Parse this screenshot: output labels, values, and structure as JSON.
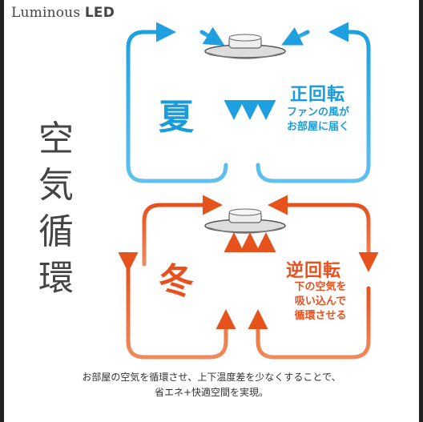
{
  "brand": {
    "name": "Luminous",
    "suffix": "LED"
  },
  "title_chars": [
    "空",
    "気",
    "循",
    "環"
  ],
  "summer": {
    "season": "夏",
    "rotation": "正回転",
    "desc_lines": [
      "ファンの風が",
      "お部屋に届く"
    ],
    "color": "#1a9cdb"
  },
  "winter": {
    "season": "冬",
    "rotation": "逆回転",
    "desc_lines": [
      "下の空気を",
      "吸い込んで",
      "循環させる"
    ],
    "color": "#e8501e"
  },
  "caption": {
    "line1": "お部屋の空気を循環させ、上下温度差を少なくすることで、",
    "line2": "省エネ+快適空間を実現。"
  }
}
